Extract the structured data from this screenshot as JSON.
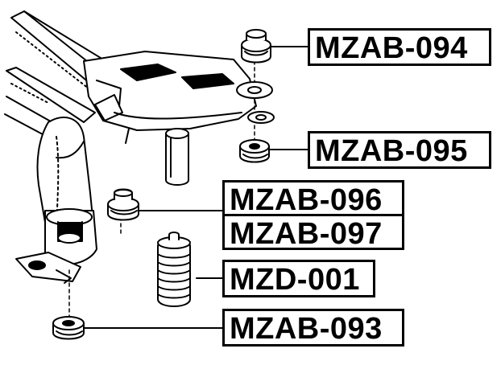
{
  "diagram": {
    "subject": "rear suspension subframe with mounting bushings and bump stop",
    "line_color": "#000000",
    "background": "#ffffff"
  },
  "callouts": [
    {
      "id": "mzab-094",
      "text": "MZAB-094",
      "part": "upper subframe mount bushing"
    },
    {
      "id": "mzab-095",
      "text": "MZAB-095",
      "part": "lower subframe mount bushing"
    },
    {
      "id": "mzab-096",
      "text": "MZAB-096",
      "part": "arm bushing (upper)"
    },
    {
      "id": "mzab-097",
      "text": "MZAB-097",
      "part": "arm bushing (lower)"
    },
    {
      "id": "mzd-001",
      "text": "MZD-001",
      "part": "bump stop / dust boot"
    },
    {
      "id": "mzab-093",
      "text": "MZAB-093",
      "part": "lower arm mount bushing"
    }
  ]
}
